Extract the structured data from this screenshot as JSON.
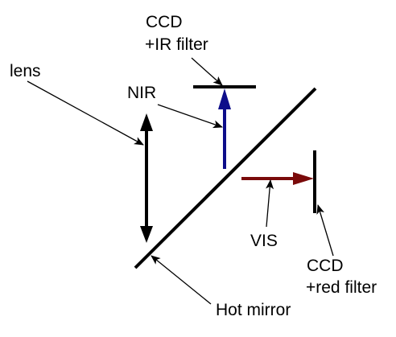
{
  "labels": {
    "ccd_ir_line1": "CCD",
    "ccd_ir_line2": "+IR filter",
    "lens": "lens",
    "nir": "NIR",
    "vis": "VIS",
    "ccd_red_line1": "CCD",
    "ccd_red_line2": "+red filter",
    "hot_mirror": "Hot mirror"
  },
  "colors": {
    "ink": "#000000",
    "nir_arrow": "#0d0d8a",
    "vis_arrow": "#7a0a0a"
  }
}
